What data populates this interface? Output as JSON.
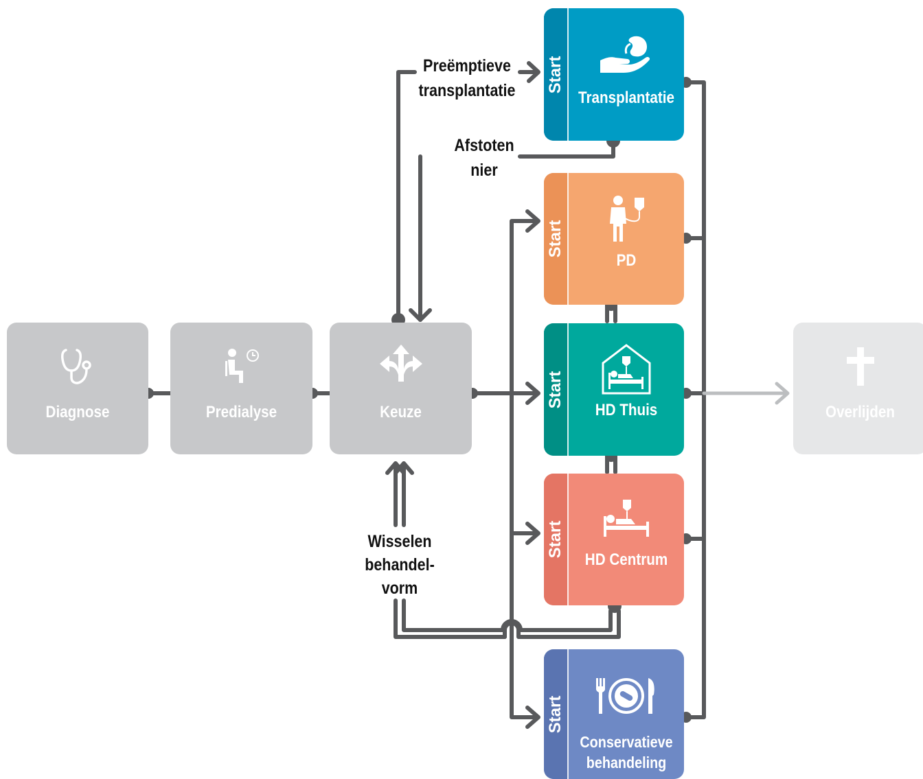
{
  "colors": {
    "line": "#58595b",
    "gray_box": "#c7c8ca",
    "gray_box_light": "#e6e7e8",
    "transplantatie": "#009cc5",
    "transplantatie_tab": "#0086ad",
    "pd": "#f5a66f",
    "pd_tab": "#eb9257",
    "hd_thuis": "#00a99d",
    "hd_thuis_tab": "#008f85",
    "hd_centrum": "#f28a78",
    "hd_centrum_tab": "#e47564",
    "conservatief": "#6e89c5",
    "conservatief_tab": "#5a74b1"
  },
  "stages": {
    "diagnose": {
      "label": "Diagnose",
      "icon": "stethoscope-icon"
    },
    "predialyse": {
      "label": "Predialyse",
      "icon": "waiting-patient-icon"
    },
    "keuze": {
      "label": "Keuze",
      "icon": "route-choice-icon"
    },
    "overlijden": {
      "label": "Overlijden",
      "icon": "cross-icon"
    }
  },
  "treatments": {
    "start_label": "Start",
    "transplantatie": {
      "label": "Transplantatie",
      "icon": "kidney-hand-icon"
    },
    "pd": {
      "label": "PD",
      "icon": "iv-patient-icon"
    },
    "hd_thuis": {
      "label": "HD Thuis",
      "icon": "home-dialysis-icon"
    },
    "hd_centrum": {
      "label": "HD Centrum",
      "icon": "bed-iv-icon"
    },
    "conservatief": {
      "label_line1": "Conservatieve",
      "label_line2": "behandeling",
      "icon": "plate-cutlery-icon"
    }
  },
  "annotations": {
    "preemptieve_line1": "Preëmptieve",
    "preemptieve_line2": "transplantatie",
    "afstoten_line1": "Afstoten",
    "afstoten_line2": "nier",
    "wisselen_line1": "Wisselen",
    "wisselen_line2": "behandel-",
    "wisselen_line3": "vorm"
  }
}
